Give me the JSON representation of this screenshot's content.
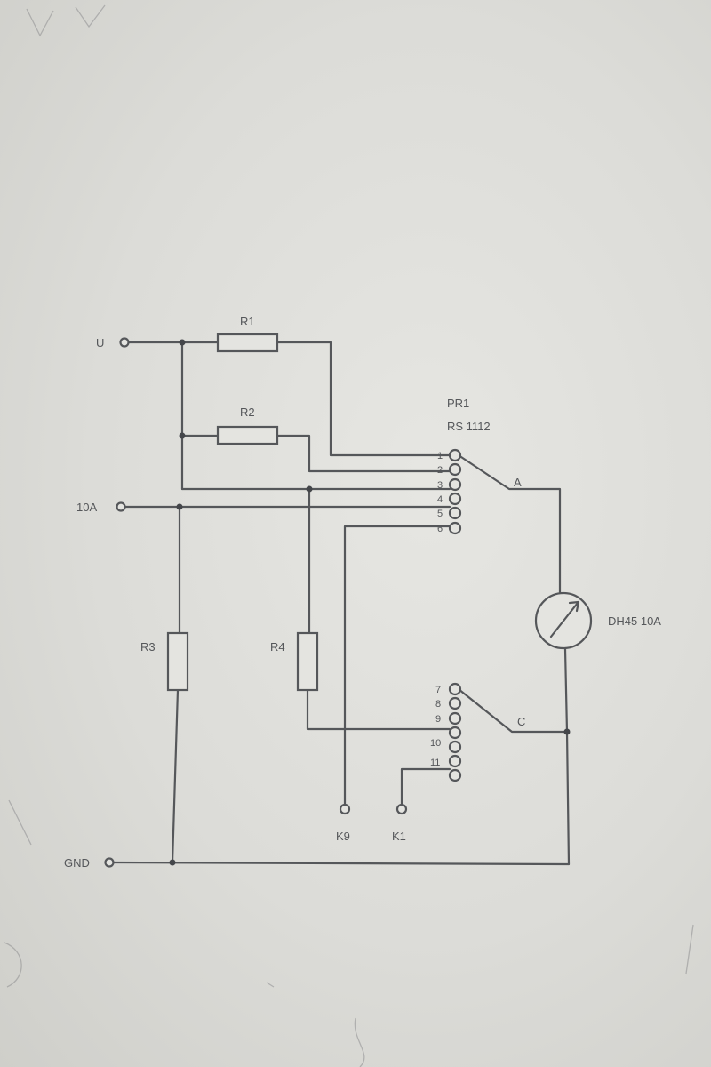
{
  "terminals": {
    "u": "U",
    "a10": "10A",
    "gnd": "GND",
    "k9": "K9",
    "k1": "K1"
  },
  "resistors": {
    "r1": "R1",
    "r2": "R2",
    "r3": "R3",
    "r4": "R4"
  },
  "switch": {
    "designator": "PR1",
    "part": "RS 1112",
    "pole_a": "A",
    "pole_c": "C",
    "pins_a": [
      "1",
      "2",
      "3",
      "4",
      "5",
      "6"
    ],
    "pins_c": [
      "7",
      "8",
      "9",
      "10",
      "11"
    ]
  },
  "meter": {
    "label": "DH45 10A"
  }
}
